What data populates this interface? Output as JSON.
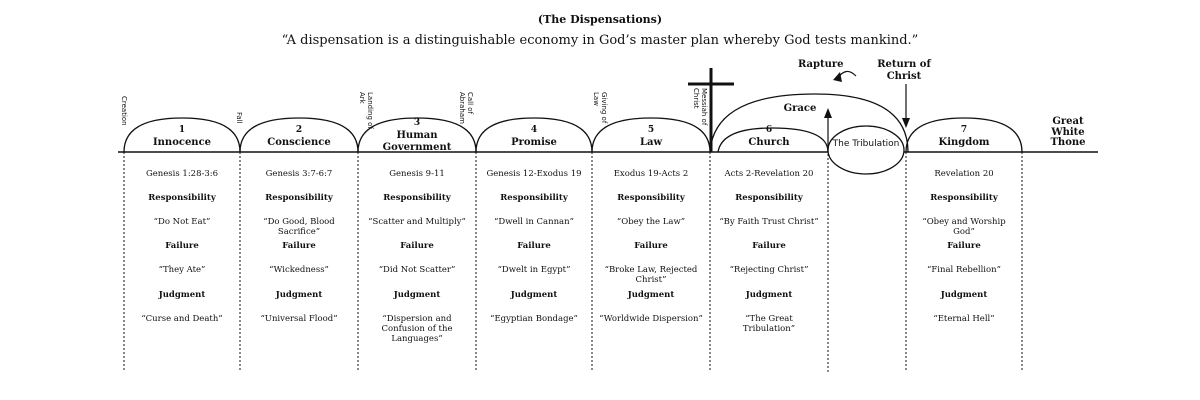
{
  "title": "(The Dispensations)",
  "quote": "“A dispensation is a distinguishable economy in God’s master plan whereby God tests mankind.”",
  "markers": [
    "Creation",
    "Fall",
    "Landing of Ark",
    "Call of Abraham",
    "Giving of Law",
    "Messiah of Christ"
  ],
  "top_labels": {
    "rapture": "Rapture",
    "return": "Return of Christ",
    "grace": "Grace",
    "tribulation": "The Tribulation",
    "great_white_throne": "Great White Thone"
  },
  "row_labels": {
    "responsibility": "Responsibility",
    "failure": "Failure",
    "judgment": "Judgment"
  },
  "dispensations": [
    {
      "num": "1",
      "name": "Innocence",
      "scripture": "Genesis 1:28-3:6",
      "responsibility": "“Do Not Eat”",
      "failure": "“They Ate”",
      "judgment": "“Curse and Death”"
    },
    {
      "num": "2",
      "name": "Conscience",
      "scripture": "Genesis 3:7-6:7",
      "responsibility": "“Do Good, Blood Sacrifice”",
      "failure": "“Wickedness”",
      "judgment": "“Universal Flood”"
    },
    {
      "num": "3",
      "name": "Human Government",
      "scripture": "Genesis 9-11",
      "responsibility": "“Scatter and Multiply”",
      "failure": "“Did Not Scatter”",
      "judgment": "“Dispersion and Confusion of the Languages”"
    },
    {
      "num": "4",
      "name": "Promise",
      "scripture": "Genesis 12-Exodus 19",
      "responsibility": "“Dwell in Cannan”",
      "failure": "“Dwelt in Egypt”",
      "judgment": "“Egyptian Bondage”"
    },
    {
      "num": "5",
      "name": "Law",
      "scripture": "Exodus 19-Acts 2",
      "responsibility": "“Obey the Law”",
      "failure": "“Broke Law, Rejected Christ”",
      "judgment": "“Worldwide Dispersion”"
    },
    {
      "num": "6",
      "name": "Church",
      "scripture": "Acts 2-Revelation 20",
      "responsibility": "“By Faith Trust Christ”",
      "failure": "“Rejecting Christ”",
      "judgment": "“The Great Tribulation”"
    },
    {
      "num": "7",
      "name": "Kingdom",
      "scripture": "Revelation 20",
      "responsibility": "“Obey and Worship God”",
      "failure": "“Final Rebellion”",
      "judgment": "“Eternal Hell”"
    }
  ]
}
